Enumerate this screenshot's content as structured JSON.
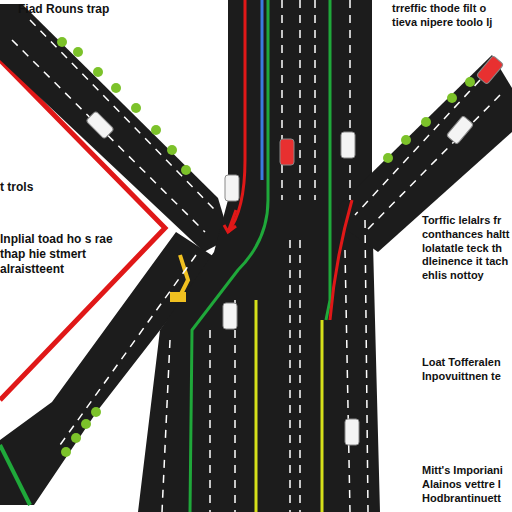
{
  "diagram": {
    "title": "Fiad Rouns trap",
    "labels": [
      "trreffic thode filt o tieva nipere toolo lj",
      "t trols",
      "lnplial toad ho s rae thap hie stmert alraistteent",
      "Torffic lelalrs fr conthances haltt lolatatle teck th dleinence it tach ehlis nottoy",
      "Loat Tofferalen Inpovuittnen te",
      "Mitt's Imporiani Alainos vettre l Hodbrantinuett"
    ]
  }
}
